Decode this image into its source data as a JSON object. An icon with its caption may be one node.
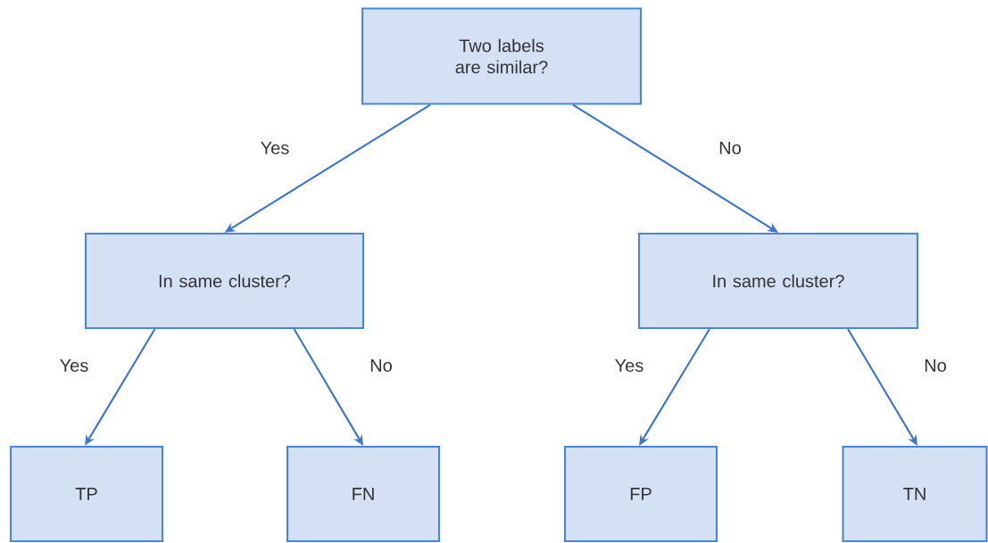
{
  "diagram": {
    "nodes": [
      {
        "text": [
          "Two labels are similar?"
        ]
      },
      {
        "text": [
          "In same cluster?"
        ]
      },
      {
        "text": [
          "In same cluster?"
        ]
      },
      {
        "text": [
          "TP"
        ]
      },
      {
        "text": [
          "FN"
        ]
      },
      {
        "text": [
          "FP"
        ]
      },
      {
        "text": [
          "TN"
        ]
      }
    ],
    "edges": [
      {
        "from": 0,
        "to": 1,
        "arrow": "to",
        "label": "Yes"
      },
      {
        "from": 0,
        "to": 2,
        "arrow": "to",
        "label": "No"
      },
      {
        "from": 1,
        "to": 3,
        "arrow": "to",
        "label": "Yes"
      },
      {
        "from": 1,
        "to": 4,
        "arrow": "to",
        "label": "No"
      },
      {
        "from": 2,
        "to": 5,
        "arrow": "to",
        "label": "Yes"
      },
      {
        "from": 2,
        "to": 6,
        "arrow": "to",
        "label": "No"
      }
    ]
  }
}
